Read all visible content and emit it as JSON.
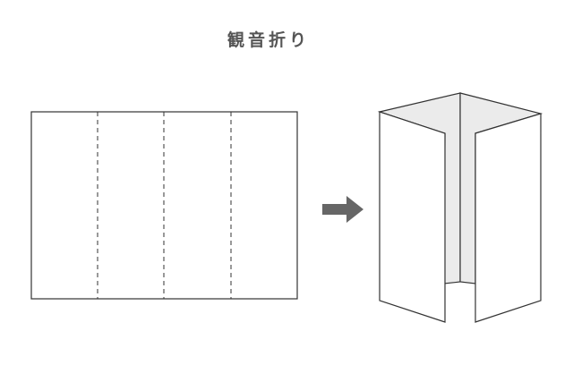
{
  "title": "観音折り",
  "colors": {
    "line": "#333333",
    "arrow": "#666666",
    "inner_panel": "#ebebeb",
    "title": "#555555"
  },
  "diagram": {
    "flat_sheet": {
      "panels": 4,
      "fold_lines": 3,
      "fold_line_style": "dashed"
    },
    "arrow": {
      "direction": "right"
    },
    "folded_sheet": {
      "view": "gatefold-3d",
      "panels": 4
    }
  }
}
